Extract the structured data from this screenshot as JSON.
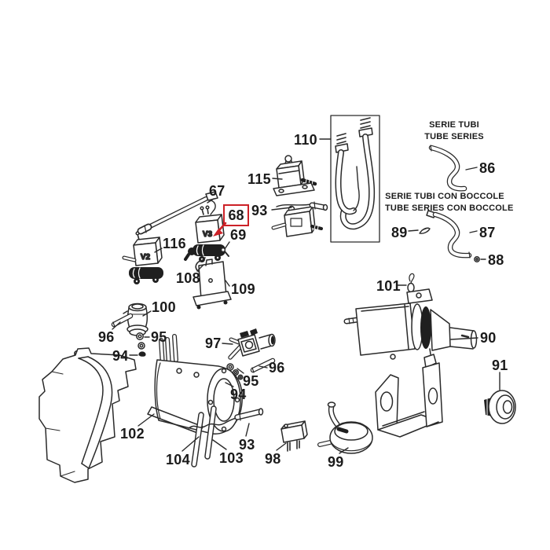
{
  "diagram": {
    "highlight_color": "#cc2127",
    "line_color": "#2a2a2a",
    "notes": {
      "tube_series": {
        "line1": "SERIE TUBI",
        "line2": "TUBE SERIES"
      },
      "tube_series_boccole": {
        "line1": "SERIE TUBI CON BOCCOLE",
        "line2": "TUBE SERIES CON BOCCOLE"
      }
    },
    "markings": {
      "v2": "V2",
      "v3": "V3"
    },
    "callouts": {
      "c67": "67",
      "c68": "68",
      "c69": "69",
      "c86": "86",
      "c87": "87",
      "c88": "88",
      "c89": "89",
      "c90": "90",
      "c91": "91",
      "c93_top": "93",
      "c93_bottom": "93",
      "c94_left": "94",
      "c94_right": "94",
      "c95_left": "95",
      "c95_right": "95",
      "c96_left": "96",
      "c96_right": "96",
      "c97": "97",
      "c98": "98",
      "c99": "99",
      "c100": "100",
      "c101": "101",
      "c102": "102",
      "c103": "103",
      "c104": "104",
      "c108": "108",
      "c109": "109",
      "c110": "110",
      "c115": "115",
      "c116": "116"
    }
  }
}
